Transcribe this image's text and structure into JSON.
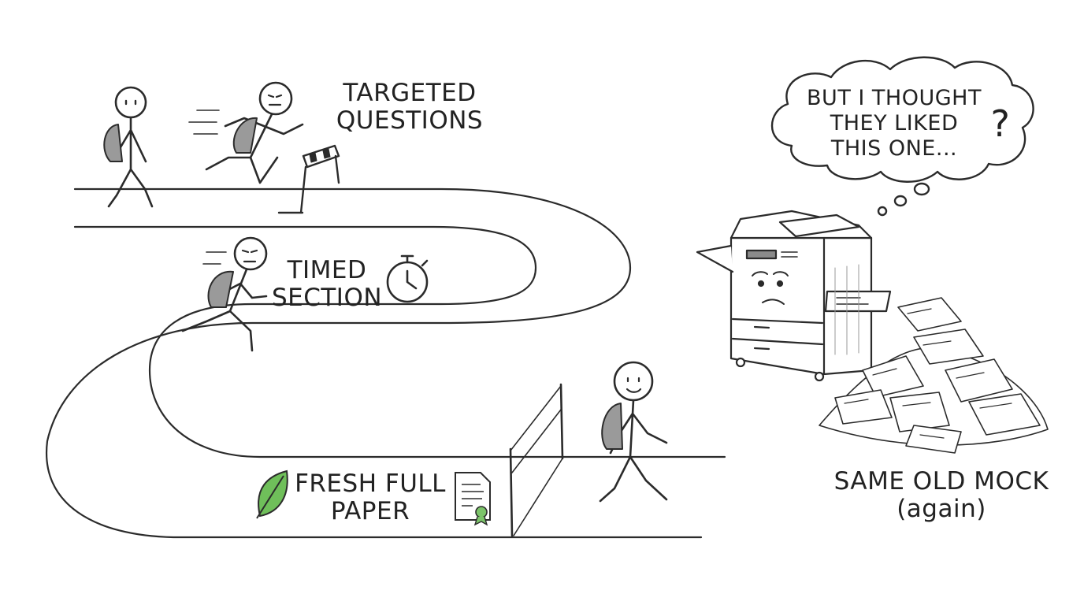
{
  "captions": {
    "targeted": [
      "TARGETED",
      "QUESTIONS"
    ],
    "timed": [
      "TIMED",
      "SECTION"
    ],
    "fresh": [
      "FRESH FULL",
      "PAPER"
    ],
    "thought": [
      "BUT I THOUGHT",
      "THEY LIKED",
      "THIS ONE..."
    ],
    "thought_mark": "?",
    "mock": [
      "SAME OLD MOCK",
      "(again)"
    ]
  },
  "icons": [
    "stopwatch-icon",
    "leaf-icon",
    "certificate-icon",
    "hurdle-icon",
    "finish-gate-icon",
    "photocopier-icon",
    "paper-pile-icon"
  ],
  "colors": {
    "ink": "#2b2b2b",
    "leaf": "#6fbf5a",
    "ribbon": "#7cc46a",
    "shade": "#9a9a9a"
  }
}
